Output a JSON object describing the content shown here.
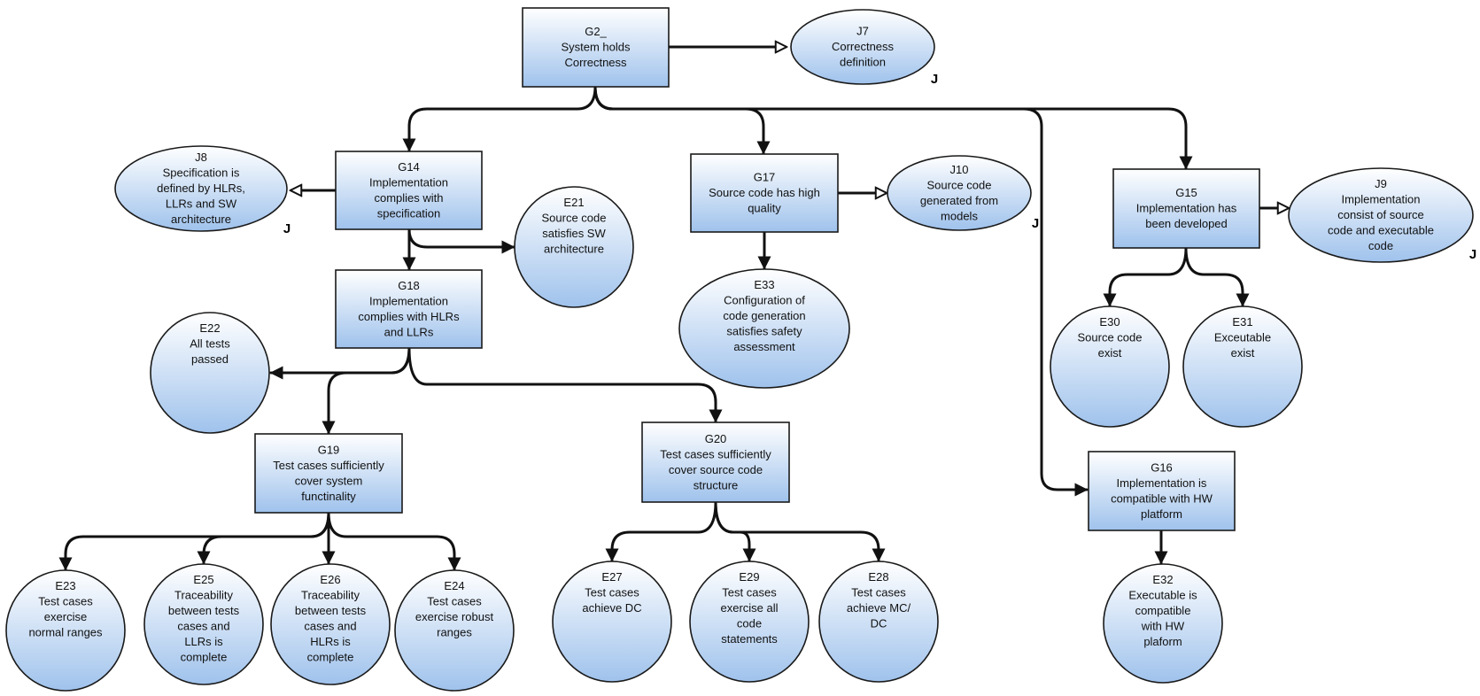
{
  "colors": {
    "fill_top": "#ffffff",
    "fill_bottom": "#9fc2ec",
    "stroke": "#1a1a1a",
    "edge": "#111111"
  },
  "j_marker": "J",
  "nodes": {
    "G2": {
      "type": "goal",
      "lines": [
        "G2_",
        "System holds",
        "Correctness"
      ]
    },
    "J7": {
      "type": "justification",
      "lines": [
        "J7",
        "Correctness",
        "definition"
      ]
    },
    "J8": {
      "type": "justification",
      "lines": [
        "J8",
        "Specification is",
        "defined by HLRs,",
        "LLRs and SW",
        "architecture"
      ]
    },
    "G14": {
      "type": "goal",
      "lines": [
        "G14",
        "Implementation",
        "complies with",
        "specification"
      ]
    },
    "E21": {
      "type": "evidence",
      "lines": [
        "E21",
        "Source code",
        "satisfies SW",
        "architecture"
      ]
    },
    "G18": {
      "type": "goal",
      "lines": [
        "G18",
        "Implementation",
        "complies with HLRs",
        "and LLRs"
      ]
    },
    "E22": {
      "type": "evidence",
      "lines": [
        "E22",
        "All tests",
        "passed"
      ]
    },
    "G19": {
      "type": "goal",
      "lines": [
        "G19",
        "Test cases  sufficiently",
        "cover system",
        "functinality"
      ]
    },
    "G20": {
      "type": "goal",
      "lines": [
        "G20",
        "Test cases sufficiently",
        "cover source code",
        "structure"
      ]
    },
    "G17": {
      "type": "goal",
      "lines": [
        "G17",
        "Source code has high",
        "quality"
      ]
    },
    "J10": {
      "type": "justification",
      "lines": [
        "J10",
        "Source code",
        "generated from",
        "models"
      ]
    },
    "E33": {
      "type": "evidence",
      "lines": [
        "E33",
        "Configuration of",
        "code generation",
        "satisfies safety",
        "assessment"
      ]
    },
    "G15": {
      "type": "goal",
      "lines": [
        "G15",
        "Implementation has",
        "been developed"
      ]
    },
    "J9": {
      "type": "justification",
      "lines": [
        "J9",
        "Implementation",
        "consist of source",
        "code and executable",
        "code"
      ]
    },
    "E30": {
      "type": "evidence",
      "lines": [
        "E30",
        "Source code",
        "exist"
      ]
    },
    "E31": {
      "type": "evidence",
      "lines": [
        "E31",
        "Exceutable",
        "exist"
      ]
    },
    "G16": {
      "type": "goal",
      "lines": [
        "G16",
        "Implementation is",
        "compatible with HW",
        "platform"
      ]
    },
    "E32": {
      "type": "evidence",
      "lines": [
        "E32",
        "Executable is",
        "compatible",
        "with HW",
        "plaform"
      ]
    },
    "E23": {
      "type": "evidence",
      "lines": [
        "E23",
        "Test cases",
        "exercise",
        "normal ranges"
      ]
    },
    "E25": {
      "type": "evidence",
      "lines": [
        "E25",
        "Traceability",
        "between tests",
        "cases and",
        "LLRs is",
        "complete"
      ]
    },
    "E26": {
      "type": "evidence",
      "lines": [
        "E26",
        "Traceability",
        "between tests",
        "cases and",
        "HLRs is",
        "complete"
      ]
    },
    "E24": {
      "type": "evidence",
      "lines": [
        "E24",
        "Test cases",
        "exercise robust",
        "ranges"
      ]
    },
    "E27": {
      "type": "evidence",
      "lines": [
        "E27",
        "Test cases",
        "achieve DC"
      ]
    },
    "E29": {
      "type": "evidence",
      "lines": [
        "E29",
        "Test cases",
        "exercise all",
        "code",
        "statements"
      ]
    },
    "E28": {
      "type": "evidence",
      "lines": [
        "E28",
        "Test cases",
        "achieve MC/",
        "DC"
      ]
    }
  },
  "edges": [
    {
      "from": "G2",
      "to": "J7",
      "kind": "context"
    },
    {
      "from": "G2",
      "to": "G14",
      "kind": "support"
    },
    {
      "from": "G2",
      "to": "G17",
      "kind": "support"
    },
    {
      "from": "G2",
      "to": "G15",
      "kind": "support"
    },
    {
      "from": "G2",
      "to": "G16",
      "kind": "support"
    },
    {
      "from": "G14",
      "to": "J8",
      "kind": "context"
    },
    {
      "from": "G14",
      "to": "E21",
      "kind": "support"
    },
    {
      "from": "G14",
      "to": "G18",
      "kind": "support"
    },
    {
      "from": "G18",
      "to": "E22",
      "kind": "support"
    },
    {
      "from": "G18",
      "to": "G19",
      "kind": "support"
    },
    {
      "from": "G18",
      "to": "G20",
      "kind": "support"
    },
    {
      "from": "G17",
      "to": "J10",
      "kind": "context"
    },
    {
      "from": "G17",
      "to": "E33",
      "kind": "support"
    },
    {
      "from": "G15",
      "to": "J9",
      "kind": "context"
    },
    {
      "from": "G15",
      "to": "E30",
      "kind": "support"
    },
    {
      "from": "G15",
      "to": "E31",
      "kind": "support"
    },
    {
      "from": "G16",
      "to": "E32",
      "kind": "support"
    },
    {
      "from": "G19",
      "to": "E23",
      "kind": "support"
    },
    {
      "from": "G19",
      "to": "E25",
      "kind": "support"
    },
    {
      "from": "G19",
      "to": "E26",
      "kind": "support"
    },
    {
      "from": "G19",
      "to": "E24",
      "kind": "support"
    },
    {
      "from": "G20",
      "to": "E27",
      "kind": "support"
    },
    {
      "from": "G20",
      "to": "E29",
      "kind": "support"
    },
    {
      "from": "G20",
      "to": "E28",
      "kind": "support"
    }
  ]
}
